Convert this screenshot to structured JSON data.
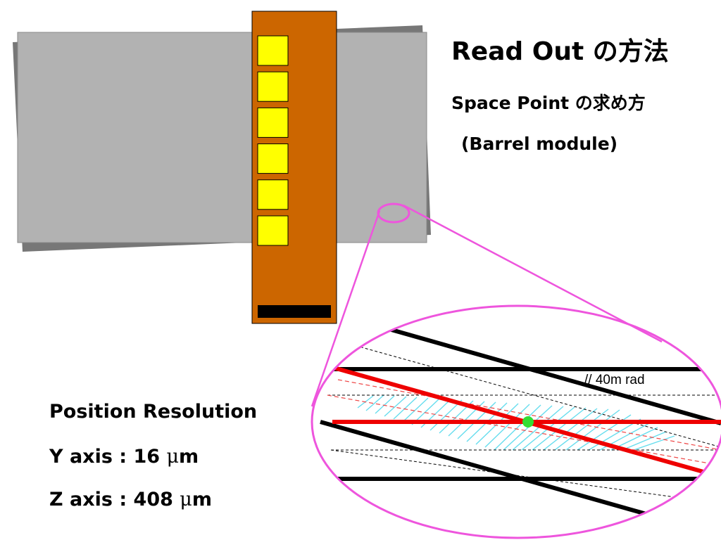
{
  "title": "Read Out の方法",
  "subtitle_line1": "Space Point の求め方",
  "subtitle_line2": "(Barrel module)",
  "resolution": {
    "heading": "Position Resolution",
    "y_prefix": "Y axis : 16 ",
    "z_prefix": "Z axis : 408 ",
    "mu_symbol": "μ",
    "unit_suffix": "m"
  },
  "angle_label": "// 40m rad",
  "module": {
    "chip_count": 6,
    "colors": {
      "sensor": "#b2b2b2",
      "sensor_shadow": "#777777",
      "hybrid": "#cc6600",
      "chip": "#ffff00",
      "connector": "#000000"
    }
  },
  "zoom": {
    "colors": {
      "ellipse": "#ee55dd",
      "strip": "#000000",
      "hit_strip": "#ee0000",
      "hit_strip_dashed": "#ee4444",
      "overlap_hatch": "#66ddee",
      "space_point": "#33dd33"
    }
  }
}
